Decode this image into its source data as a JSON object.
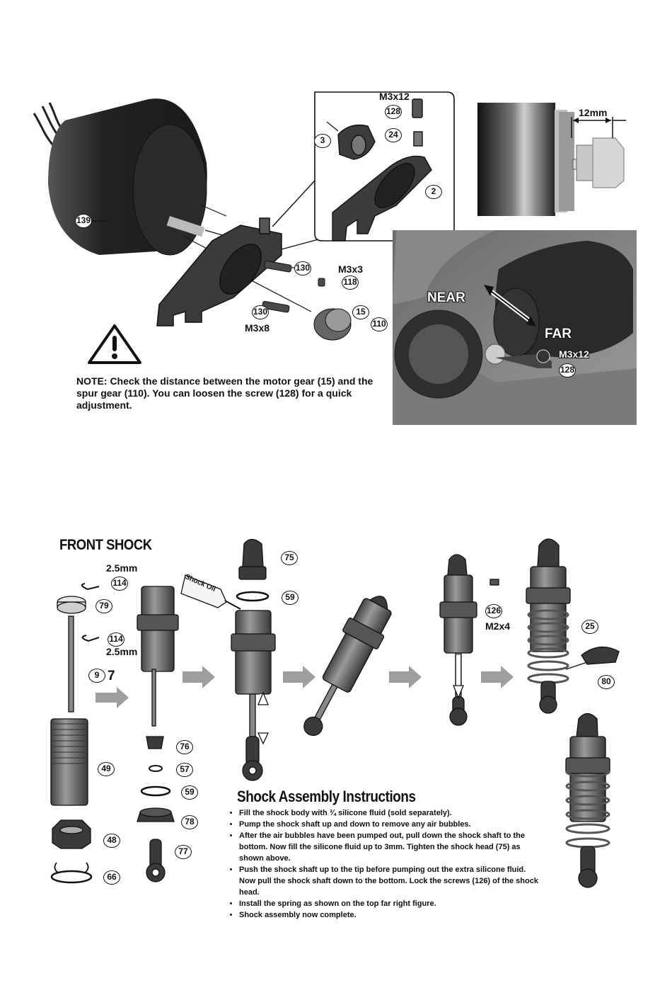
{
  "motor_section": {
    "callouts": {
      "motor": "139",
      "mount_half": "3",
      "mount": "2",
      "screw_top": "128",
      "spring": "24",
      "screw_a": "130",
      "screw_b": "130",
      "set_screw": "118",
      "pinion": "15",
      "spur": "110",
      "photo_screw": "128"
    },
    "labels": {
      "m3x12_top": "M3x12",
      "m3x3": "M3x3",
      "m3x8": "M3x8",
      "dimension": "12mm",
      "near": "NEAR",
      "far": "FAR",
      "m3x12_photo": "M3x12"
    },
    "note": "NOTE:   Check the distance between the motor gear (15) and the spur gear (110). You can loosen the screw (128) for a quick adjustment."
  },
  "shock_section": {
    "title": "FRONT SHOCK",
    "callouts": {
      "clip_top": "114",
      "washer": "79",
      "clip_bottom": "114",
      "shaft": "9",
      "body": "49",
      "collar": "48",
      "oring_bottom": "66",
      "cap": "75",
      "oring_cap": "59",
      "bushing": "76",
      "washer_small": "57",
      "oring_mid": "59",
      "piston": "78",
      "rod_end": "77",
      "screw": "126",
      "spring": "25",
      "retainer": "80"
    },
    "labels": {
      "clip_size_top": "2.5mm",
      "clip_size_bottom": "2.5mm",
      "step_number": "7",
      "oil_bottle": "Shock Oil",
      "screw_size": "M2x4"
    },
    "instructions": {
      "title": "Shock Assembly Instructions",
      "items": [
        "Fill the shock body with ¾ silicone fluid (sold separately).",
        "Pump the shock shaft up and down to remove any air bubbles.",
        "After the air bubbles have been pumped out, pull down the shock shaft to the bottom. Now fill the silicone fluid up to 3mm. Tighten the shock head (75) as shown above.",
        "Push the shock shaft up to the tip before pumping out the extra silicone fluid. Now pull the shock shaft down to the bottom. Lock the screws (126) of the shock head.",
        "Install the spring as shown on the top far right figure.",
        "Shock assembly now complete."
      ]
    }
  }
}
